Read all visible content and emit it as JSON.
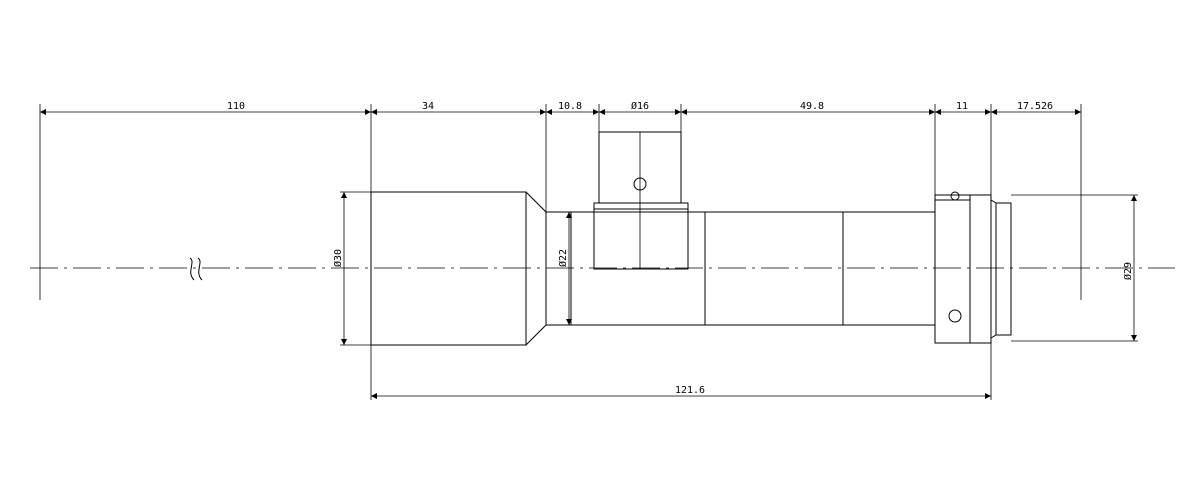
{
  "drawing": {
    "dimensions": {
      "d110": "110",
      "d34": "34",
      "d10_8": "10.8",
      "d16": "Ø16",
      "d49_8": "49.8",
      "d11": "11",
      "d17_526": "17.526",
      "d121_6": "121.6",
      "d30": "Ø30",
      "d22": "Ø22",
      "d29": "Ø29"
    },
    "colors": {
      "line": "#000000",
      "background": "#ffffff"
    }
  }
}
